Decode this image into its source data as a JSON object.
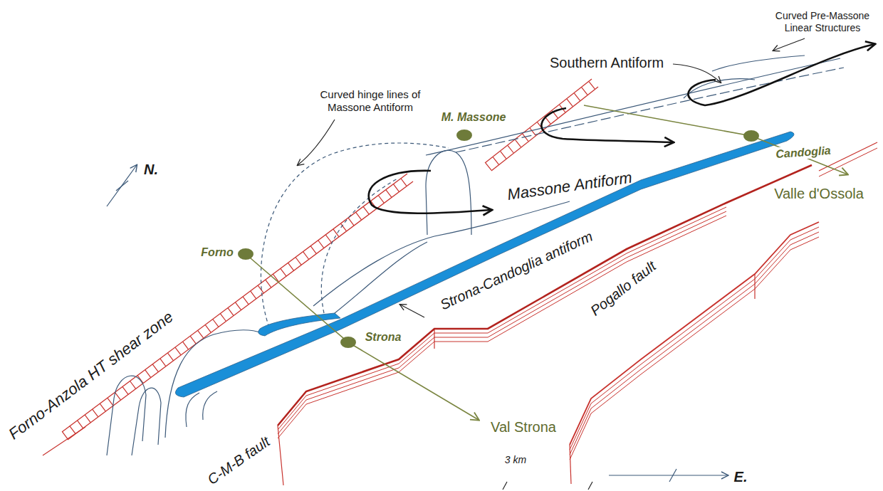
{
  "diagram": {
    "labels": [
      "Curved Pre-Massone Linear Structures",
      "Southern Antiform",
      "Curved hinge lines of Massone Antiform",
      "M. Massone",
      "Massone Antiform",
      "Candoglia",
      "Strona-Candoglia antiform",
      "Valle d'Ossola",
      "Pogallo fault",
      "N.",
      "Forno",
      "Forno-Anzola HT shear zone",
      "Strona",
      "Val Strona",
      "C-M-B fault",
      "E.",
      "3 km"
    ]
  }
}
